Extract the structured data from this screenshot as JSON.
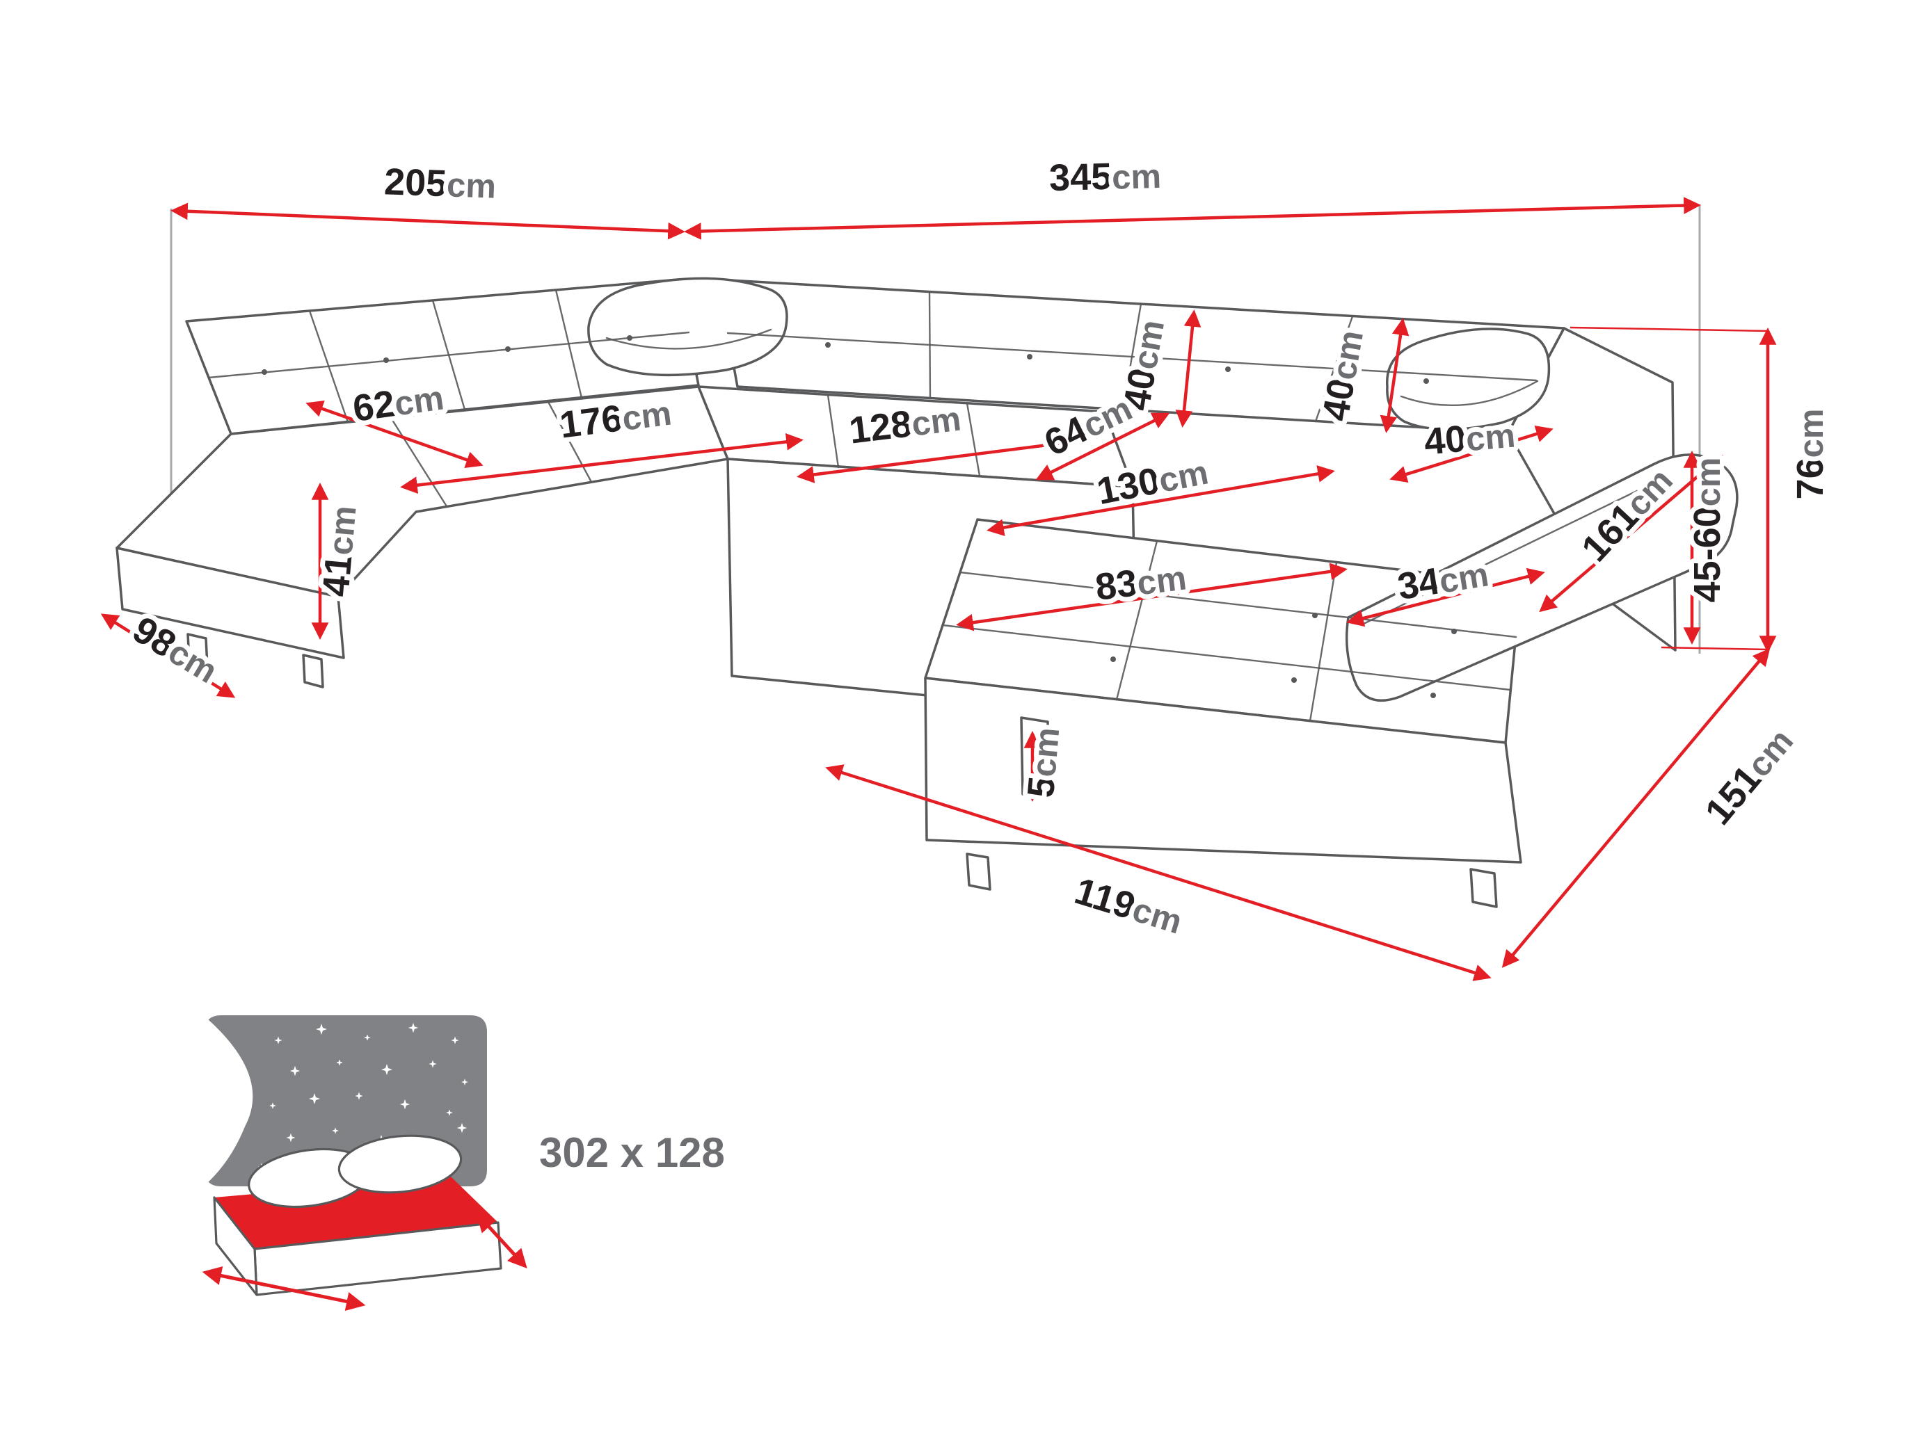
{
  "diagram": {
    "type": "furniture dimension diagram",
    "subject": "U-shaped corner sofa with measurements"
  },
  "colors": {
    "dimension_red": "#e31e24",
    "sofa_outline": "#58595b",
    "wall_gray": "#a7a9ac",
    "number_dark": "#231f20",
    "unit_gray": "#6d6e71",
    "sleep_panel_gray": "#808285"
  },
  "dimensions": {
    "wall_left": {
      "value": "205",
      "unit": "cm"
    },
    "wall_right": {
      "value": "345",
      "unit": "cm"
    },
    "seat_depth_left": {
      "value": "62",
      "unit": "cm"
    },
    "seat_length_left": {
      "value": "176",
      "unit": "cm"
    },
    "seat_length_middle": {
      "value": "128",
      "unit": "cm"
    },
    "seat_depth_middle": {
      "value": "64",
      "unit": "cm"
    },
    "backrest_height_middle": {
      "value": "40",
      "unit": "cm"
    },
    "backrest_height_right": {
      "value": "40",
      "unit": "cm"
    },
    "pillow_size": {
      "value": "40",
      "unit": "cm"
    },
    "seat_height_left": {
      "value": "41",
      "unit": "cm"
    },
    "chaise_depth_left": {
      "value": "98",
      "unit": "cm"
    },
    "chaise_seat_length": {
      "value": "130",
      "unit": "cm"
    },
    "chaise_seat_width": {
      "value": "83",
      "unit": "cm"
    },
    "armrest_width": {
      "value": "34",
      "unit": "cm"
    },
    "armrest_length": {
      "value": "161",
      "unit": "cm"
    },
    "total_height": {
      "value": "76",
      "unit": "cm"
    },
    "seat_height_range": {
      "value": "45-60",
      "unit": "cm"
    },
    "leg_height": {
      "value": "5",
      "unit": "cm"
    },
    "front_length": {
      "value": "119",
      "unit": "cm"
    },
    "side_depth": {
      "value": "151",
      "unit": "cm"
    }
  },
  "sleeping_area": {
    "label": "302 x 128"
  }
}
